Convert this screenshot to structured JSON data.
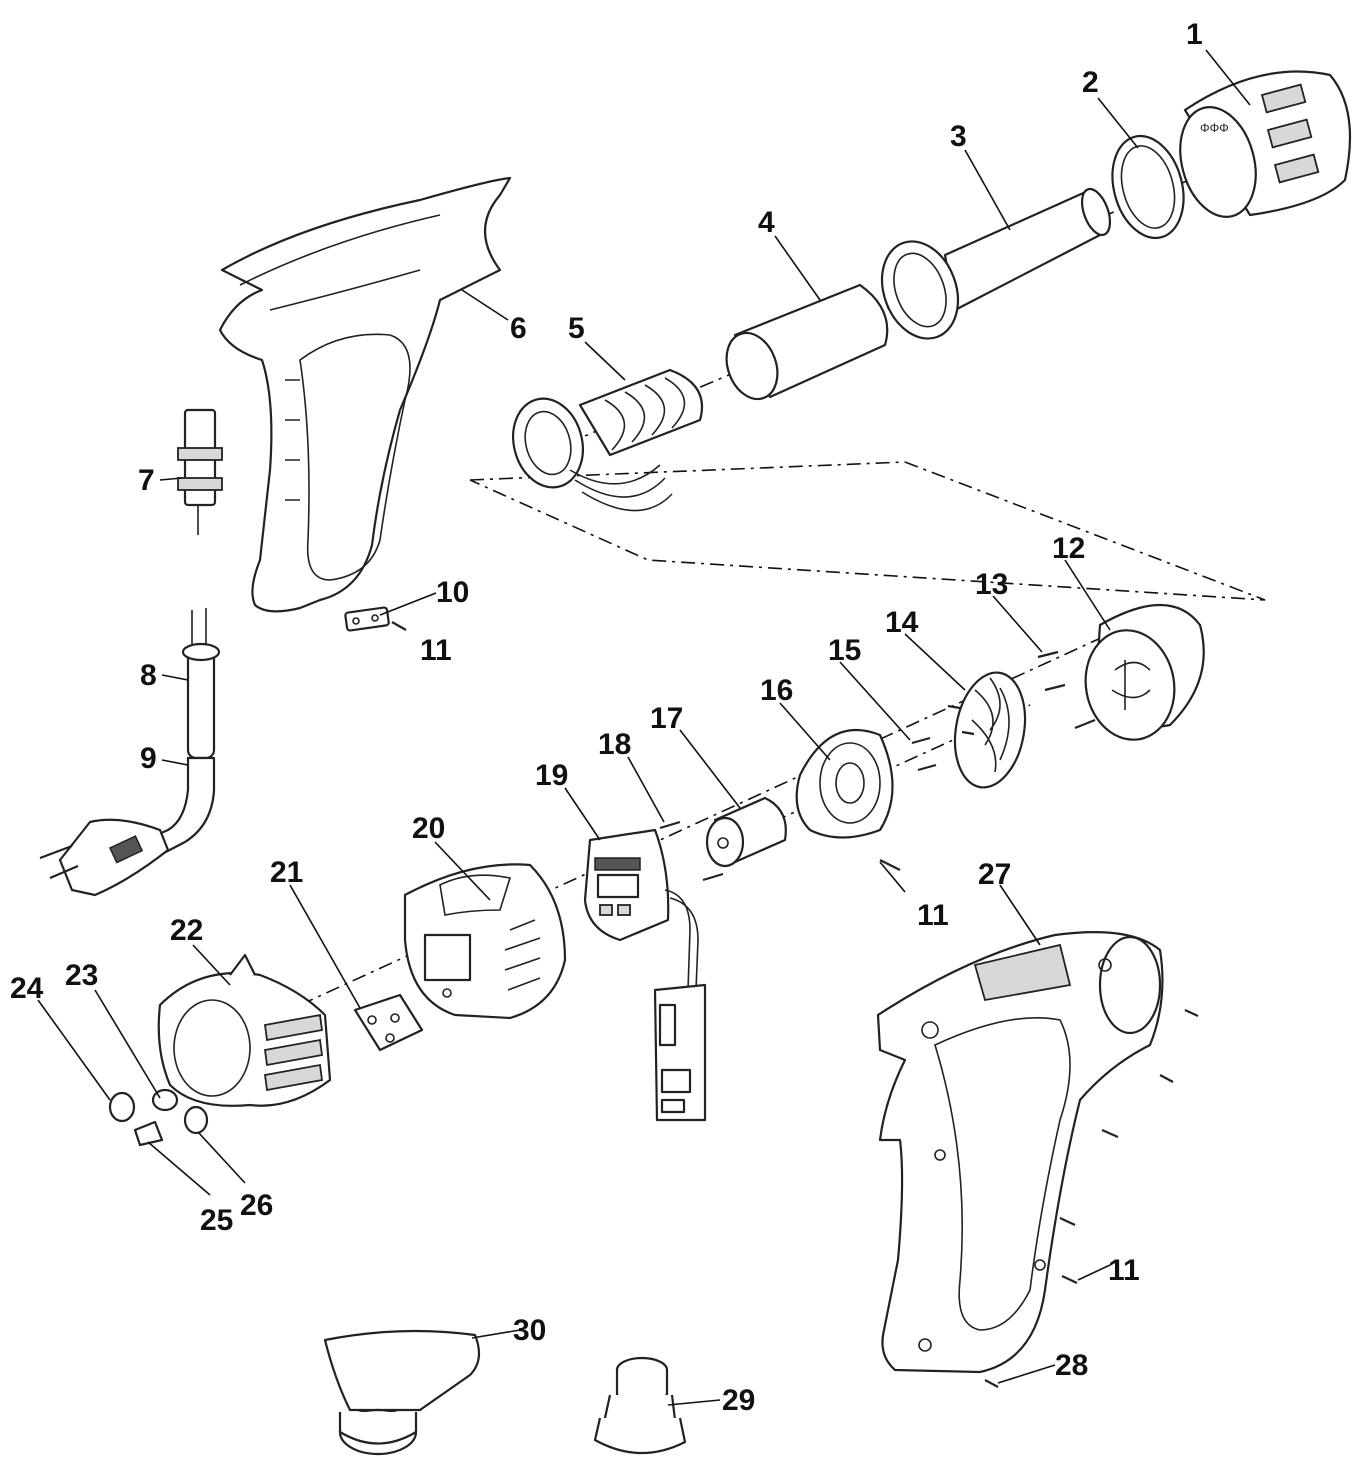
{
  "diagram": {
    "labels": [
      {
        "id": "p1",
        "text": "1"
      },
      {
        "id": "p2",
        "text": "2"
      },
      {
        "id": "p3",
        "text": "3"
      },
      {
        "id": "p4",
        "text": "4"
      },
      {
        "id": "p5",
        "text": "5"
      },
      {
        "id": "p6",
        "text": "6"
      },
      {
        "id": "p7",
        "text": "7"
      },
      {
        "id": "p8",
        "text": "8"
      },
      {
        "id": "p9",
        "text": "9"
      },
      {
        "id": "p10",
        "text": "10"
      },
      {
        "id": "p11a",
        "text": "11"
      },
      {
        "id": "p11b",
        "text": "11"
      },
      {
        "id": "p11c",
        "text": "11"
      },
      {
        "id": "p12",
        "text": "12"
      },
      {
        "id": "p13",
        "text": "13"
      },
      {
        "id": "p14",
        "text": "14"
      },
      {
        "id": "p15",
        "text": "15"
      },
      {
        "id": "p16",
        "text": "16"
      },
      {
        "id": "p17",
        "text": "17"
      },
      {
        "id": "p18",
        "text": "18"
      },
      {
        "id": "p19",
        "text": "19"
      },
      {
        "id": "p20",
        "text": "20"
      },
      {
        "id": "p21",
        "text": "21"
      },
      {
        "id": "p22",
        "text": "22"
      },
      {
        "id": "p23",
        "text": "23"
      },
      {
        "id": "p24",
        "text": "24"
      },
      {
        "id": "p25",
        "text": "25"
      },
      {
        "id": "p26",
        "text": "26"
      },
      {
        "id": "p27",
        "text": "27"
      },
      {
        "id": "p28",
        "text": "28"
      },
      {
        "id": "p29",
        "text": "29"
      },
      {
        "id": "p30",
        "text": "30"
      }
    ]
  }
}
